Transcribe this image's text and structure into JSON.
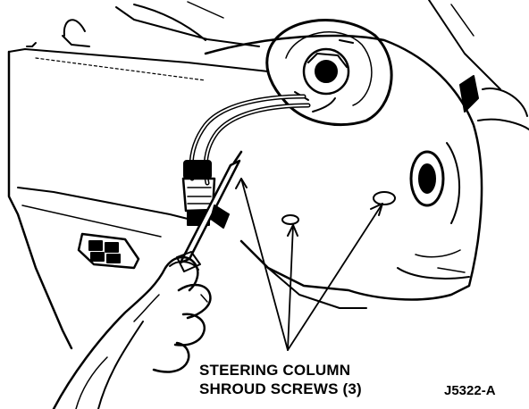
{
  "callout": {
    "line1": "STEERING COLUMN",
    "line2": "SHROUD SCREWS (3)"
  },
  "figure_code": "J5322-A",
  "colors": {
    "ink": "#000000",
    "paper": "#ffffff"
  }
}
